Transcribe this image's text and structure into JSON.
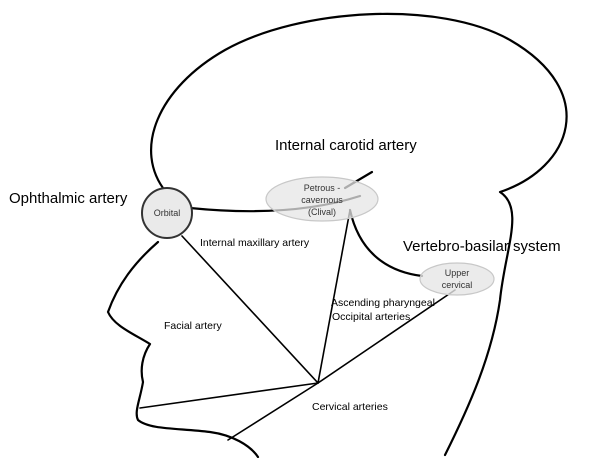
{
  "labels": {
    "internal_carotid": "Internal carotid artery",
    "ophthalmic": "Ophthalmic artery",
    "vertebro_basilar": "Vertebro-basilar system",
    "internal_maxillary": "Internal maxillary artery",
    "facial": "Facial artery",
    "ascending_pharyngeal": "Ascending pharyngeal",
    "occipital": "Occipital arteries",
    "cervical": "Cervical arteries"
  },
  "regions": {
    "orbital": "Orbital",
    "petrous_line1": "Petrous -",
    "petrous_line2": "cavernous",
    "petrous_line3": "(Clival)",
    "upper_line1": "Upper",
    "upper_line2": "cervical"
  },
  "colors": {
    "line": "#000000",
    "orbital_fill": "#eaeaea",
    "ellipse_fill": "#e6e6e6",
    "ellipse_stroke": "#c8c8c8"
  }
}
